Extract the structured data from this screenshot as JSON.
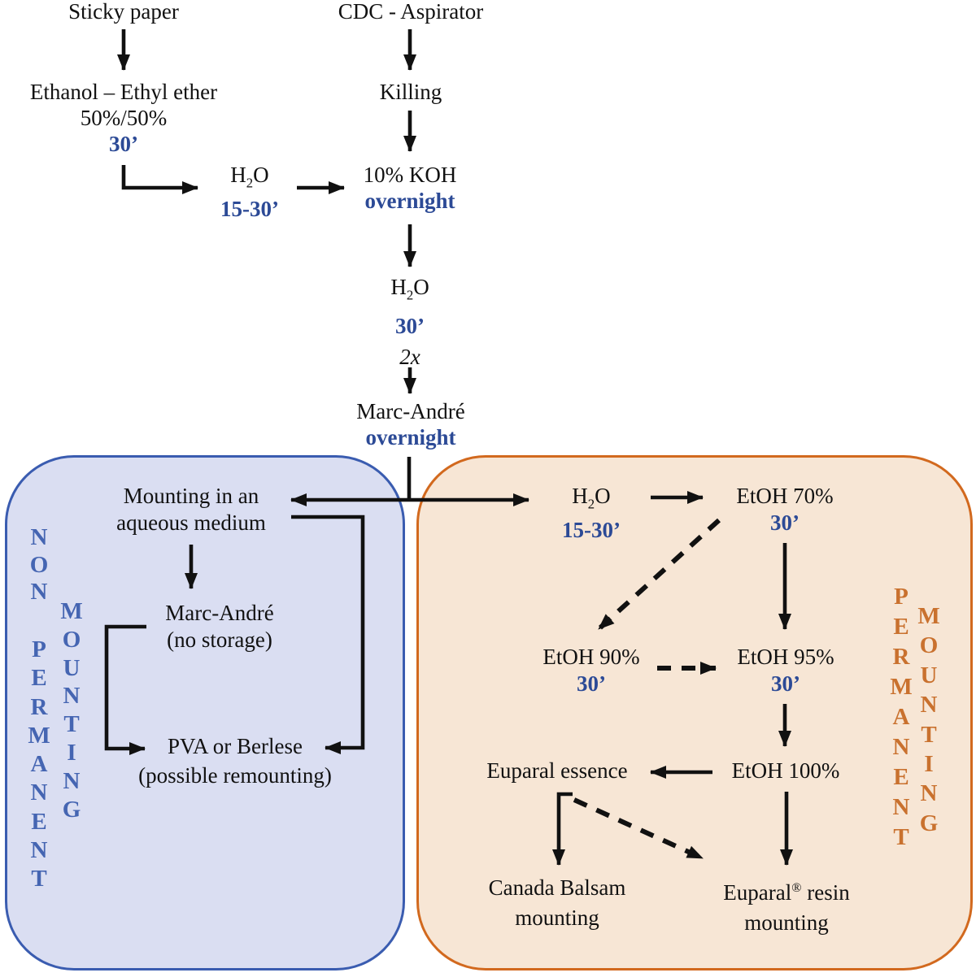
{
  "colors": {
    "time_text_blue": "#2C4A96",
    "vertical_label_blue": "#4565B2",
    "blue_box_border": "#3A5CB0",
    "blue_box_fill": "#DADEF2",
    "vertical_label_orange": "#C9712E",
    "orange_box_border": "#D2691E",
    "orange_box_fill": "#F7E6D5",
    "arrow_color": "#111111"
  },
  "top_flow": {
    "sticky_paper": "Sticky paper",
    "cdc_aspirator": "CDC - Aspirator",
    "ethanol": {
      "line1": "Ethanol – Ethyl ether",
      "line2": "50%/50%",
      "time": "30’"
    },
    "killing": "Killing",
    "h2o_rinse": {
      "formula": {
        "pre": "H",
        "sub": "2",
        "post": "O"
      },
      "time": "15-30’"
    },
    "koh": {
      "label": "10% KOH",
      "time": "overnight"
    },
    "h2o_wash": {
      "formula": {
        "pre": "H",
        "sub": "2",
        "post": "O"
      },
      "time": "30’",
      "repeat": "2x"
    },
    "marc_andre": {
      "label": "Marc-André",
      "time": "overnight"
    }
  },
  "non_permanent_zone": {
    "word_non": "NON",
    "word_permanent": "PERMANENT",
    "word_mounting": "MOUNTING",
    "mounting_aqueous": {
      "line1": "Mounting in an",
      "line2": "aqueous medium"
    },
    "marc_andre": {
      "line1": "Marc-André",
      "line2": "(no storage)"
    },
    "pva": {
      "line1": "PVA or Berlese",
      "line2": "(possible remounting)"
    }
  },
  "permanent_zone": {
    "word_permanent": "PERMANENT",
    "word_mounting": "MOUNTING",
    "h2o": {
      "formula": {
        "pre": "H",
        "sub": "2",
        "post": "O"
      },
      "time": "15-30’"
    },
    "etoh70": {
      "label": "EtOH 70%",
      "time": "30’"
    },
    "etoh90": {
      "label": "EtOH 90%",
      "time": "30’"
    },
    "etoh95": {
      "label": "EtOH 95%",
      "time": "30’"
    },
    "etoh100": {
      "label": "EtOH 100%"
    },
    "euparal_essence": {
      "label": "Euparal essence"
    },
    "canada_balsam": {
      "line1": "Canada Balsam",
      "line2": "mounting"
    },
    "euparal_resin": {
      "pre": "Euparal",
      "sup": "®",
      "post": " resin",
      "line2": "mounting"
    }
  }
}
